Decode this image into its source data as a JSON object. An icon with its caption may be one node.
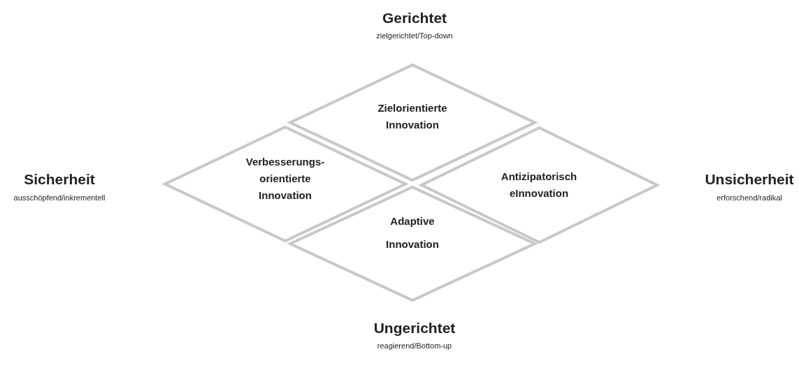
{
  "diagram": {
    "nodes": [
      {
        "text": [
          "Zielorientierte Innovation"
        ]
      },
      {
        "text": [
          "Verbesserungs- orientierte Innovation"
        ]
      },
      {
        "text": [
          "Antizipatorisch eInnovation"
        ]
      },
      {
        "text": [
          "Adaptive Innovation"
        ]
      }
    ],
    "labels": [
      "Gerichtet",
      "zielgerichtet/Top-down",
      "Sicherheit",
      "ausschöpfend/inkrementell",
      "Unsicherheit",
      "erforschend/radikal",
      "Ungerichtet",
      "reagierend/Bottom-up"
    ]
  }
}
